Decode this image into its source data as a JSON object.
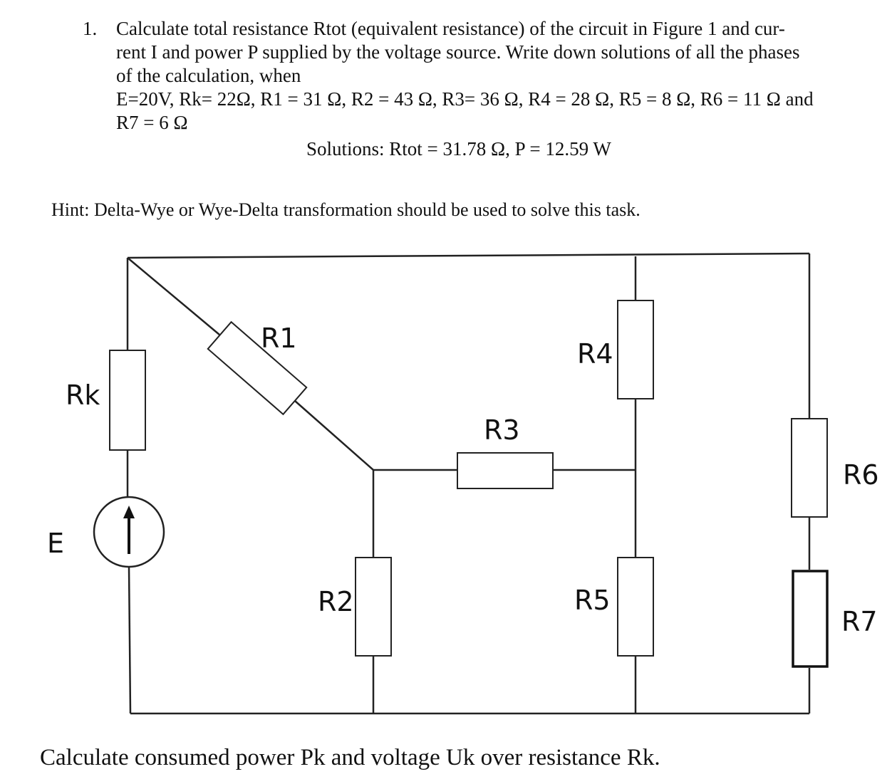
{
  "problem": {
    "number": "1.",
    "line1": "Calculate total resistance Rtot (equivalent resistance) of the circuit in Figure 1 and cur-",
    "line2": "rent I and power P supplied by the voltage source. Write down solutions of all the phases",
    "line3": "of the calculation, when",
    "line4": "E=20V, Rk= 22Ω, R1 = 31 Ω, R2 = 43 Ω, R3= 36 Ω, R4 = 28 Ω, R5 = 8 Ω, R6 = 11 Ω and",
    "line5": "R7 = 6 Ω"
  },
  "solution": {
    "label": "Solutions:",
    "rtot": "Rtot = 31.78 Ω,",
    "power": "P = 12.59 W"
  },
  "hint": "Hint: Delta-Wye or Wye-Delta transformation should be used to solve this task.",
  "circuit_labels": {
    "rk": "Rk",
    "r1": "R1",
    "r2": "R2",
    "r3": "R3",
    "r4": "R4",
    "r5": "R5",
    "r6": "R6",
    "r7": "R7",
    "e": "E"
  },
  "bottom_question": "Calculate consumed power Pk and voltage Uk over resistance Rk."
}
